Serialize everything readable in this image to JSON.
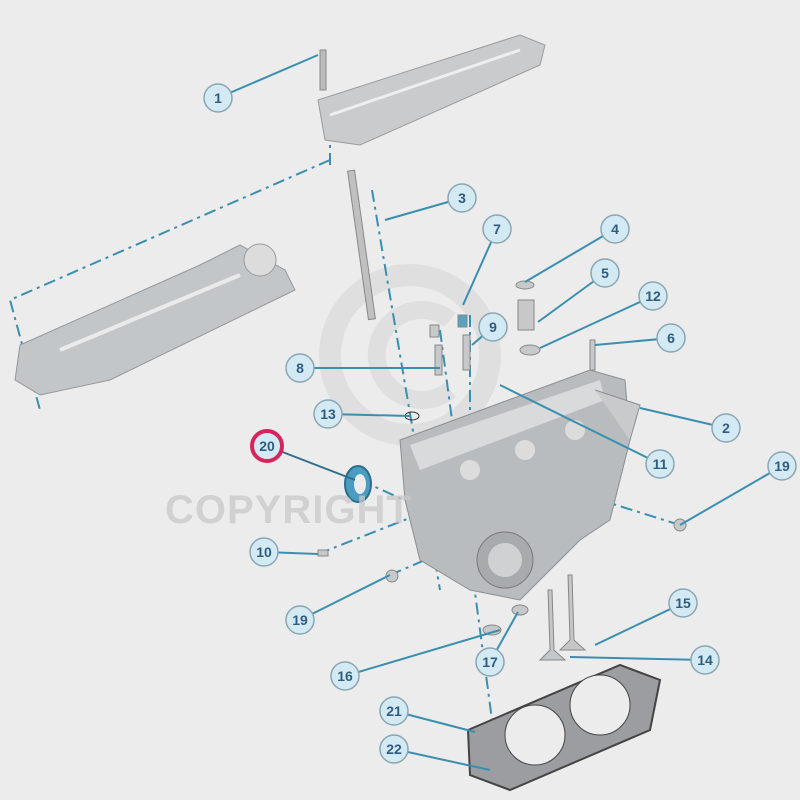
{
  "diagram": {
    "title_watermark": "COPYRIGHT",
    "accent_color": "#3a8fb0",
    "callout_fill": "#d3e9f3",
    "callout_text_color": "#2f5d80",
    "highlight_color": "#d6245e",
    "highlighted_callout": "20",
    "callouts": [
      "1",
      "3",
      "7",
      "4",
      "5",
      "12",
      "9",
      "6",
      "8",
      "13",
      "2",
      "20",
      "11",
      "19",
      "10",
      "19",
      "15",
      "16",
      "17",
      "14",
      "21",
      "22"
    ]
  }
}
